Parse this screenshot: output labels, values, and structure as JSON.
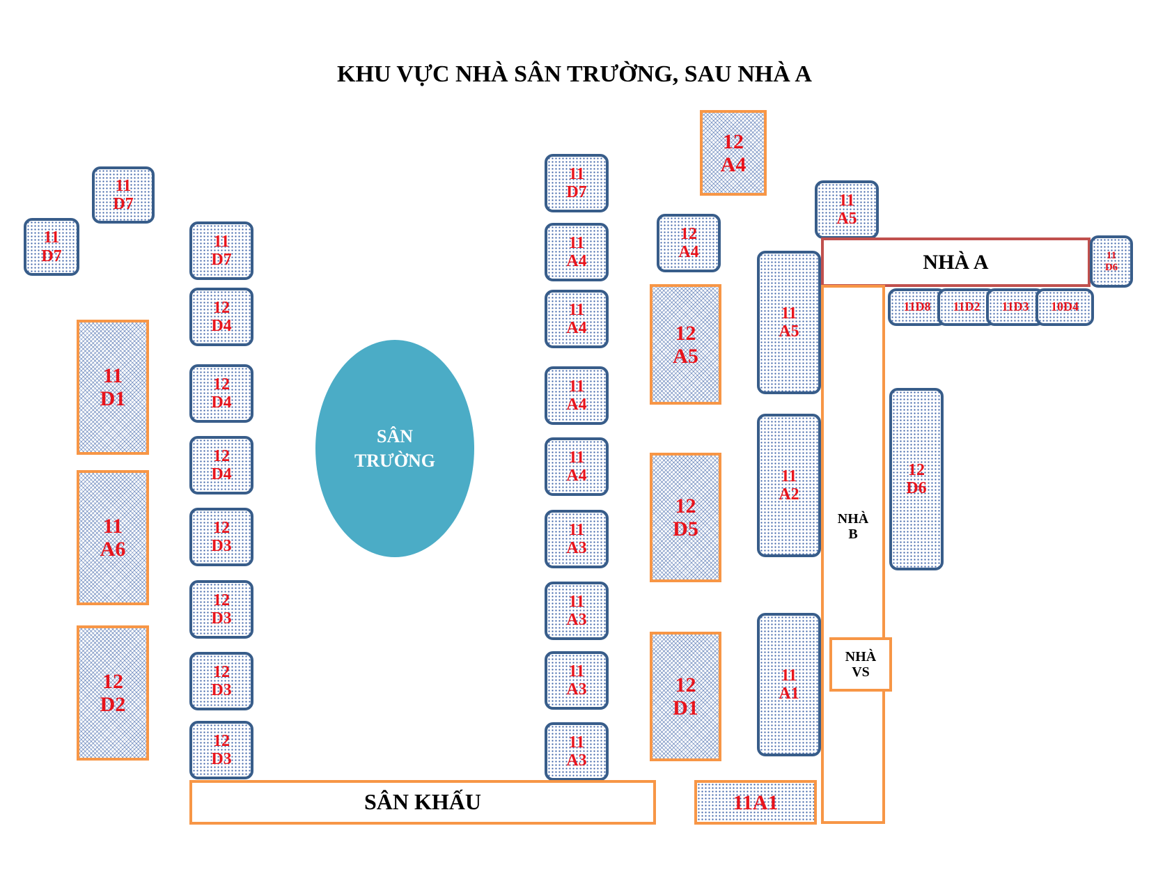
{
  "title": "KHU VỰC NHÀ SÂN TRƯỜNG, SAU NHÀ A",
  "courtyard": {
    "label_line1": "SÂN",
    "label_line2": "TRƯỜNG",
    "color": "#4bacc6"
  },
  "buildings": {
    "stage": "SÂN KHẤU",
    "nha_a": "NHÀ A",
    "nha_b_line1": "NHÀ",
    "nha_b_line2": "B",
    "nha_vs_line1": "NHÀ",
    "nha_vs_line2": "VS"
  },
  "colors": {
    "stall_border_blue": "#385d8a",
    "stall_border_orange": "#f79646",
    "building_border_red": "#c0504d",
    "label_red": "#e8141c"
  },
  "stalls": {
    "far_left_1": "11\nD7",
    "far_left_2": "11\nD7",
    "left_1": "11\nD1",
    "left_2": "11\nA6",
    "left_3": "12\nD2",
    "col1": [
      "11\nD7",
      "12\nD4",
      "12\nD4",
      "12\nD4",
      "12\nD3",
      "12\nD3",
      "12\nD3",
      "12\nD3"
    ],
    "col2": [
      "11\nD7",
      "11\nA4",
      "11\nA4",
      "11\nA4",
      "11\nA4",
      "11\nA3",
      "11\nA3",
      "11\nA3",
      "11\nA3"
    ],
    "top_12a4": "12\nA4",
    "mid_12a4": "12\nA4",
    "big_12a5": "12\nA5",
    "big_12d5": "12\nD5",
    "big_12d1": "12\nD1",
    "tall_11a5": "11\nA5",
    "tall_11a2": "11\nA2",
    "tall_11a1": "11\nA1",
    "bottom_11a1": "11A1",
    "top_11a5": "11\nA5",
    "nha_a_side": "11\nD6",
    "row_11d8": "11D8",
    "row_11d2": "11D2",
    "row_11d3": "11D3",
    "row_10d4": "10D4",
    "right_12d6": "12\nD6"
  }
}
